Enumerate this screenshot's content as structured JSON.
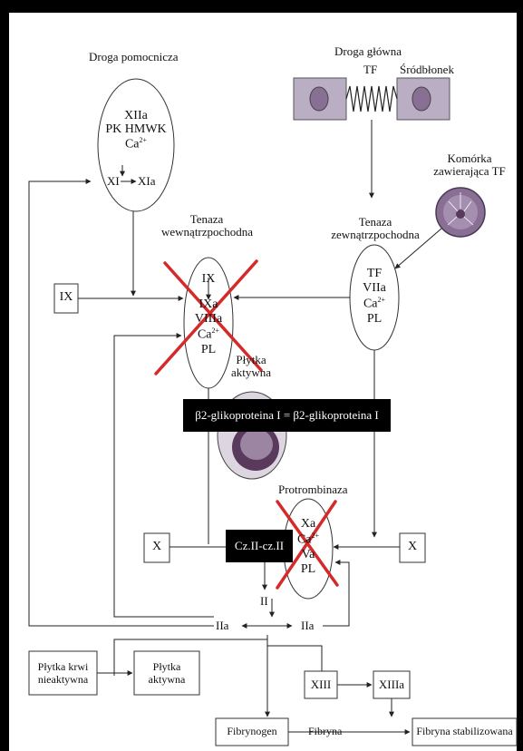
{
  "titles": {
    "droga_pomocnicza": "Droga pomocnicza",
    "droga_glowna": "Droga główna",
    "tf": "TF",
    "srodblonek": "Śródbłonek",
    "komorka_line1": "Komórka",
    "komorka_line2": "zawierająca TF",
    "tenaza_wew_line1": "Tenaza",
    "tenaza_wew_line2": "wewnątrzpochodna",
    "tenaza_zew_line1": "Tenaza",
    "tenaza_zew_line2": "zewnątrzpochodna",
    "plytka_aktywna_line1": "Płytka",
    "plytka_aktywna_line2": "aktywna",
    "protrombinaza": "Protrombinaza"
  },
  "ellipses": {
    "pomocnicza": {
      "l1": "XIIa",
      "l2": "PK HMWK",
      "l3": "Ca",
      "l3sup": "2+",
      "xi": "XI",
      "xia": "XIa"
    },
    "wew": {
      "l1": "IX",
      "l2": "IXa",
      "l3": "VIIIa",
      "l4": "Ca",
      "l4sup": "2+",
      "l5": "PL"
    },
    "zew": {
      "l1": "TF",
      "l2": "VIIa",
      "l3": "Ca",
      "l3sup": "2+",
      "l4": "PL"
    },
    "protr": {
      "l1": "Xa",
      "l2": "Ca",
      "l2sup": "2+",
      "l3": "Va",
      "l4": "PL"
    }
  },
  "boxes": {
    "ix": "IX",
    "x_left": "X",
    "x_right": "X",
    "xiii": "XIII",
    "xiiia": "XIIIa",
    "plytka_nieakt_l1": "Płytka krwi",
    "plytka_nieakt_l2": "nieaktywna",
    "plytka_akt_l1": "Płytka",
    "plytka_akt_l2": "aktywna",
    "fibrynogen": "Fibrynogen",
    "fibryna": "Fibryna",
    "fibryna_stab": "Fibryna stabilizowana"
  },
  "flow": {
    "ii": "II",
    "iia_left": "IIa",
    "iia_right": "IIa"
  },
  "overlays": {
    "beta2": "β2-glikoproteina I = β2-glikoproteina I",
    "czii": "Cz.II-cz.II"
  },
  "colors": {
    "cross": "#d42a2a",
    "cell": "#8a6f94",
    "cell_bg": "#b9aec3",
    "platelet": "#5a3a5c"
  }
}
